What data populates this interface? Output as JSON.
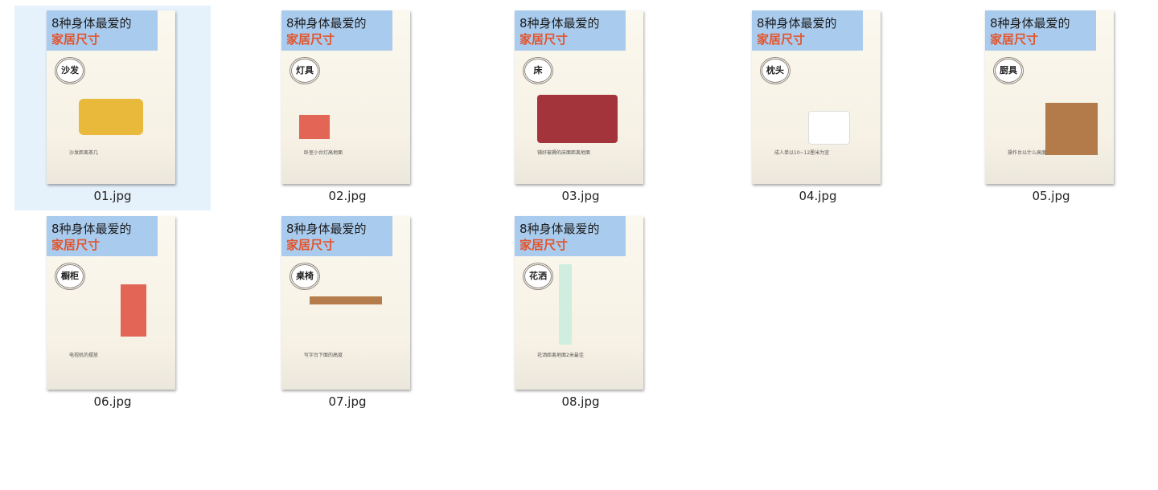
{
  "files": [
    {
      "name": "01.jpg",
      "title": "8种身体最爱的",
      "subtitle": "家居尺寸",
      "badge": "沙发",
      "selected": true,
      "caption": "沙发距离茶几",
      "color": "#e8b93a"
    },
    {
      "name": "02.jpg",
      "title": "8种身体最爱的",
      "subtitle": "家居尺寸",
      "badge": "灯具",
      "selected": false,
      "caption": "卧室小台灯高地面",
      "color": "#e26556"
    },
    {
      "name": "03.jpg",
      "title": "8种身体最爱的",
      "subtitle": "家居尺寸",
      "badge": "床",
      "selected": false,
      "caption": "铺好被褥的床面距离地面",
      "color": "#a3343c"
    },
    {
      "name": "04.jpg",
      "title": "8种身体最爱的",
      "subtitle": "家居尺寸",
      "badge": "枕头",
      "selected": false,
      "caption": "成人单以10~12厘米为宜",
      "color": "#ffffff"
    },
    {
      "name": "05.jpg",
      "title": "8种身体最爱的",
      "subtitle": "家居尺寸",
      "badge": "厨具",
      "selected": false,
      "caption": "操作台以什么高度",
      "color": "#b37a4a"
    },
    {
      "name": "06.jpg",
      "title": "8种身体最爱的",
      "subtitle": "家居尺寸",
      "badge": "橱柜",
      "selected": false,
      "caption": "电视机的摆放",
      "color": "#e26556"
    },
    {
      "name": "07.jpg",
      "title": "8种身体最爱的",
      "subtitle": "家居尺寸",
      "badge": "桌椅",
      "selected": false,
      "caption": "写字台下面的高度",
      "color": "#b67d4c"
    },
    {
      "name": "08.jpg",
      "title": "8种身体最爱的",
      "subtitle": "家居尺寸",
      "badge": "花洒",
      "selected": false,
      "caption": "花洒距离地面2米最佳",
      "color": "#cfeee0"
    }
  ]
}
